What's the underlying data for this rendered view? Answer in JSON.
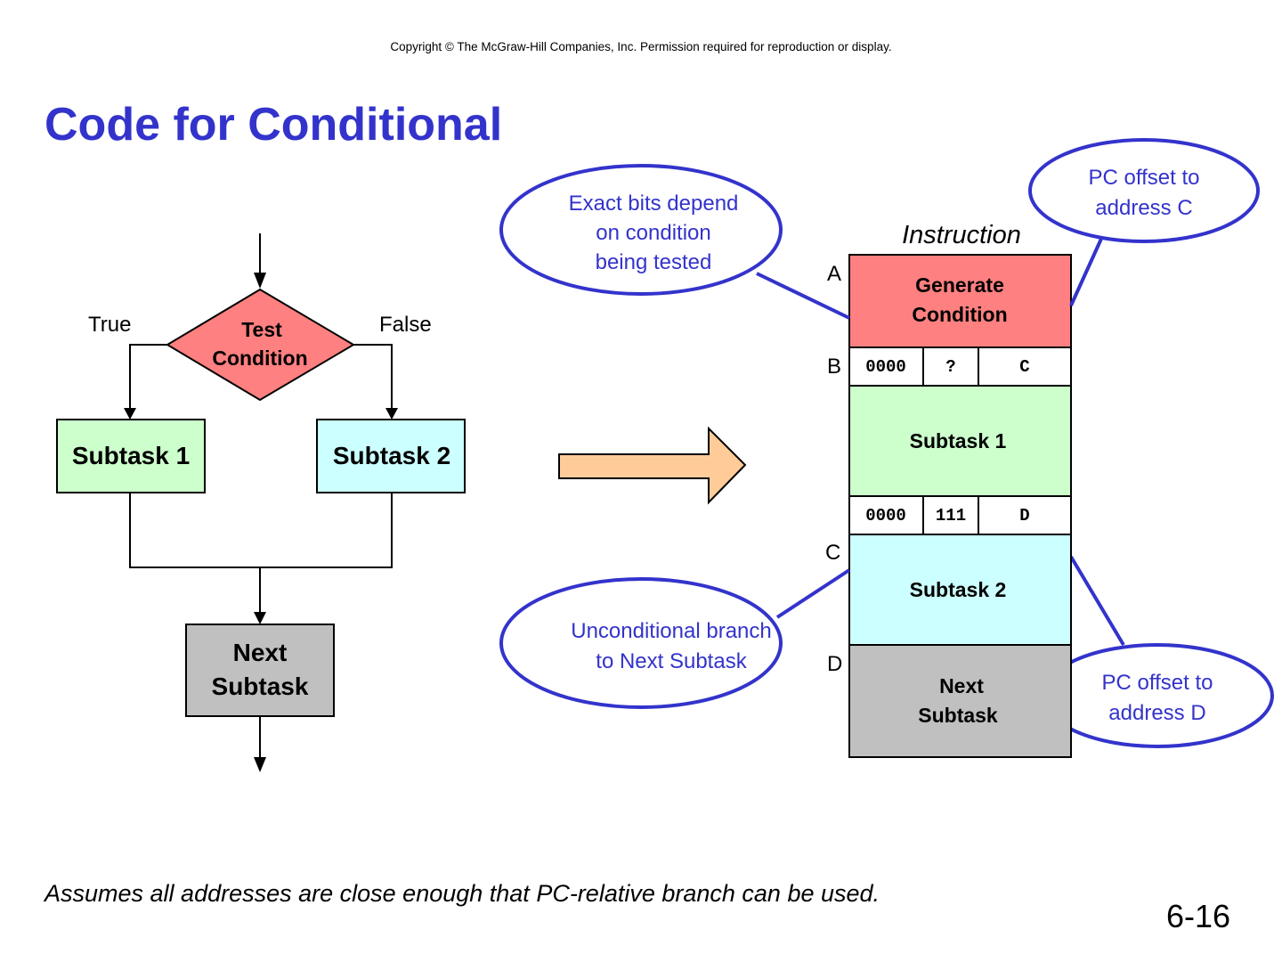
{
  "header": {
    "copyright": "Copyright © The McGraw-Hill Companies, Inc.  Permission required for reproduction or display.",
    "title": "Code for Conditional"
  },
  "flowchart": {
    "decision": {
      "line1": "Test",
      "line2": "Condition"
    },
    "true_label": "True",
    "false_label": "False",
    "subtask1": "Subtask 1",
    "subtask2": "Subtask 2",
    "next": {
      "line1": "Next",
      "line2": "Subtask"
    }
  },
  "instruction_table": {
    "heading": "Instruction",
    "address_labels": {
      "A": "A",
      "B": "B",
      "C": "C",
      "D": "D"
    },
    "generate": {
      "line1": "Generate",
      "line2": "Condition"
    },
    "branch1": {
      "opcode": "0000",
      "nzp": "?",
      "offset": "C"
    },
    "subtask1": "Subtask 1",
    "branch2": {
      "opcode": "0000",
      "nzp": "111",
      "offset": "D"
    },
    "subtask2": "Subtask 2",
    "next": {
      "line1": "Next",
      "line2": "Subtask"
    }
  },
  "callouts": {
    "exact_bits": {
      "line1": "Exact bits depend",
      "line2": "on condition",
      "line3": "being tested"
    },
    "pc_offset_c": {
      "line1": "PC offset to",
      "line2": "address C"
    },
    "unconditional": {
      "line1": "Unconditional branch",
      "line2": "to Next Subtask"
    },
    "pc_offset_d": {
      "line1": "PC offset to",
      "line2": "address D"
    }
  },
  "footer": {
    "note": "Assumes all addresses are close enough that PC-relative branch can be used.",
    "page_number": "6-16"
  },
  "colors": {
    "title_blue": "#3333cc",
    "condition_red": "#ff8080",
    "subtask1_green": "#ccffcc",
    "subtask2_cyan": "#ccffff",
    "next_gray": "#c0c0c0",
    "arrow_orange": "#ffcc99"
  }
}
